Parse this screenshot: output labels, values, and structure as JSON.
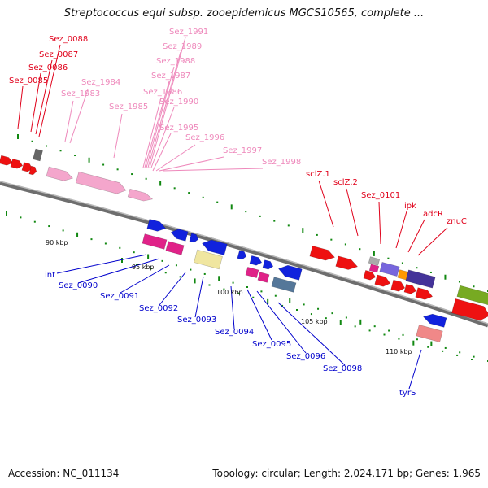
{
  "title": "Streptococcus equi subsp. zooepidemicus MGCS10565, complete ...",
  "footer": {
    "accession": "Accession: NC_011134",
    "topology": "Topology: circular; Length: 2,024,171 bp; Genes: 1,965"
  },
  "colors": {
    "red_label": "#e0001a",
    "pink_label": "#ee88bb",
    "blue_label": "#0000cc",
    "backbone": "#777777",
    "tick": "#118811"
  },
  "scale_labels": [
    "90 kbp",
    "95 kbp",
    "100 kbp",
    "105 kbp",
    "110 kbp"
  ],
  "gene_labels": {
    "upper_red_left": [
      "Sez_0088",
      "Sez_0087",
      "Sez_0086",
      "Sez_0085"
    ],
    "pink": [
      "Sez_1991",
      "Sez_1989",
      "Sez_1988",
      "Sez_1987",
      "Sez_1986",
      "Sez_1990",
      "Sez_1984",
      "Sez_1983",
      "Sez_1985",
      "Sez_1995",
      "Sez_1996",
      "Sez_1997",
      "Sez_1998"
    ],
    "upper_red_right": [
      "sclZ.1",
      "sclZ.2",
      "Sez_0101",
      "ipk",
      "adcR",
      "znuC"
    ],
    "lower_blue": [
      "int",
      "Sez_0090",
      "Sez_0091",
      "Sez_0092",
      "Sez_0093",
      "Sez_0094",
      "Sez_0095",
      "Sez_0096",
      "Sez_0098",
      "tyrS"
    ]
  }
}
